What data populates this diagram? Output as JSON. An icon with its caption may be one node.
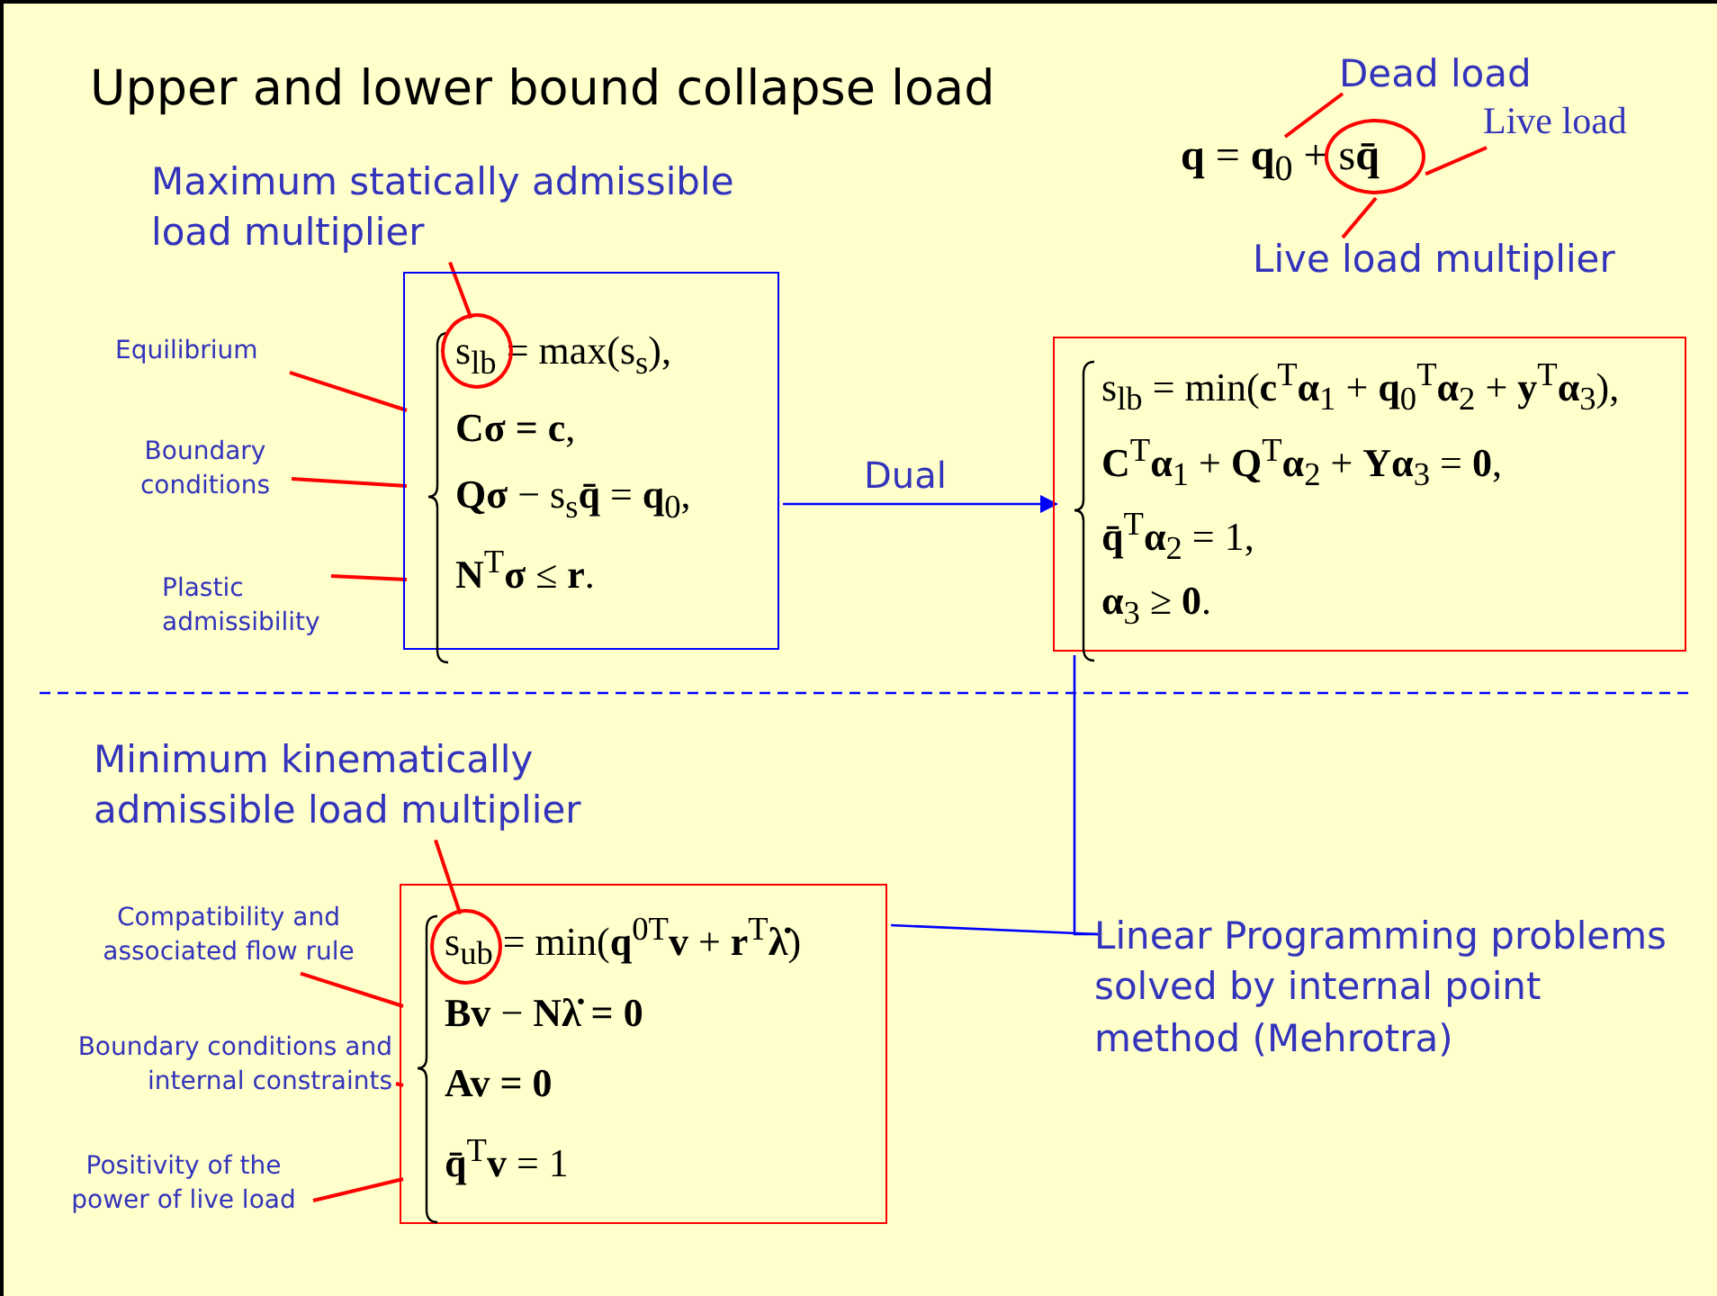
{
  "diagram": {
    "title": "Upper and lower bound collapse load",
    "nodes": [
      {
        "text": [
          "**q** = **q**$_{0}$ + s**q̄**"
        ]
      },
      {
        "text": [],
        "shape": "circle"
      },
      {
        "text": [
          "Dead load"
        ]
      },
      {
        "text": [
          "Live load"
        ]
      },
      {
        "text": [
          "Live load multiplier"
        ]
      },
      {
        "text": [
          "Maximum statically admissible load multiplier"
        ]
      },
      {
        "text": [
          "Equilibrium"
        ]
      },
      {
        "text": [
          "Boundary conditions"
        ]
      },
      {
        "text": [
          "Plastic admissibility"
        ]
      },
      {
        "text": [
          "s$_{lb}$ = max(s$_{s}$),",
          "**Cσ = c**,",
          "**Qσ** − s$_{s}$**q̄** = **q**$_{0}$,",
          "**N**$^{T}$**σ** ≤ **r**."
        ]
      },
      {
        "text": [],
        "shape": "circle",
        "in": 9
      },
      {
        "text": [
          "s$_{lb}$ = min(**c**$^{T}$**α**$_{1}$ + **q**$_{0}$$^{T}$**α**$_{2}$ + **y**$^{T}$**α**$_{3}$),",
          "**C**$^{T}$**α**$_{1}$ + **Q**$^{T}$**α**$_{2}$ + **Yα**$_{3}$ = **0**,",
          "**q̄**$^{T}$**α**$_{2}$ = 1,",
          "**α**$_{3}$ ≥ **0**."
        ]
      },
      {
        "text": [
          "Minimum kinematically admissible load multiplier"
        ]
      },
      {
        "text": [
          "Compatibility and associated flow rule"
        ]
      },
      {
        "text": [
          "Boundary conditions and internal constraints"
        ]
      },
      {
        "text": [
          "Positivity of the power of live load"
        ]
      },
      {
        "text": [
          "s$_{ub}$ = min(**q**$^{0T}$**v** + **r**$^{T}$**λ̇**)",
          "**Bv** − **Nλ̇ = 0**",
          "**Av = 0**",
          "**q̄**$^{T}$**v** = 1"
        ]
      },
      {
        "text": [],
        "shape": "circle",
        "in": 16
      },
      {
        "text": [
          "Linear Programming problems solved by internal point method (Mehrotra)"
        ]
      }
    ],
    "edges": [
      {
        "from": 2,
        "to": 0,
        "arrow": "none"
      },
      {
        "from": 3,
        "to": 1,
        "arrow": "none"
      },
      {
        "from": 4,
        "to": 1,
        "arrow": "none"
      },
      {
        "from": 5,
        "to": 10,
        "arrow": "none"
      },
      {
        "from": 6,
        "to": 9,
        "arrow": "none"
      },
      {
        "from": 7,
        "to": 9,
        "arrow": "none"
      },
      {
        "from": 8,
        "to": 9,
        "arrow": "none"
      },
      {
        "from": 9,
        "to": 11,
        "arrow": "to",
        "label": "Dual",
        "color": "#0000ff"
      },
      {
        "from": 12,
        "to": 17,
        "arrow": "none"
      },
      {
        "from": 13,
        "to": 16,
        "arrow": "none"
      },
      {
        "from": 14,
        "to": 16,
        "arrow": "none"
      },
      {
        "from": 15,
        "to": 16,
        "arrow": "none"
      },
      {
        "from": 18,
        "to": 11,
        "arrow": "none",
        "color": "#0000ff"
      },
      {
        "from": 18,
        "to": 16,
        "arrow": "none",
        "color": "#0000ff"
      }
    ]
  }
}
